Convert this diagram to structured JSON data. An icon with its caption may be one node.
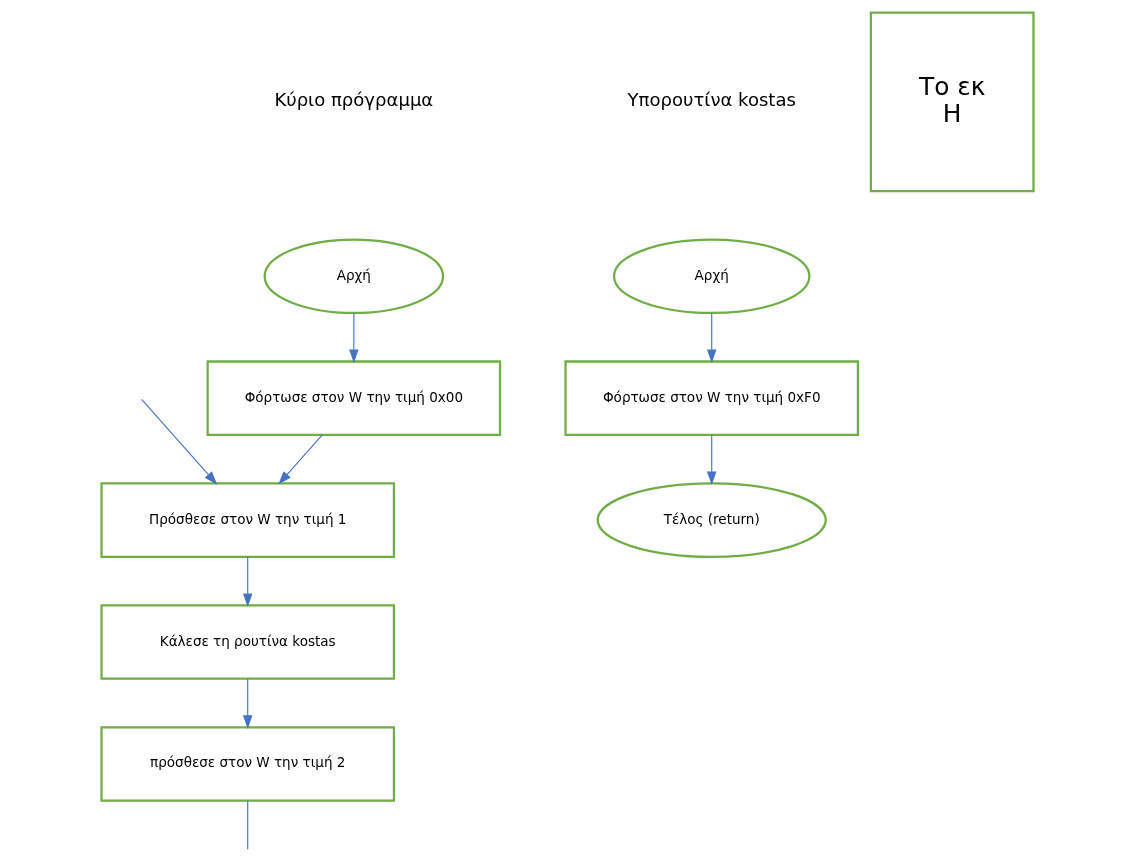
{
  "diagram": {
    "nodes": [
      {
        "text": [
          "Αρχή"
        ]
      },
      {
        "text": [
          "Φόρτωσε στον W την τιμή 0x00"
        ]
      },
      {
        "text": [
          "Πρόσθεσε στον W την τιμή 1"
        ]
      },
      {
        "text": [
          "Κάλεσε τη ρουτίνα kostas"
        ]
      },
      {
        "text": [
          "πρόσθεσε στον W την τιμή 2"
        ]
      },
      {
        "text": [
          "Αρχή"
        ]
      },
      {
        "text": [
          "Φόρτωσε στον W την τιμή 0xF0"
        ]
      },
      {
        "text": [
          "Τέλος (return)"
        ]
      },
      {
        "text": [
          "Το εκ",
          "Η"
        ]
      }
    ],
    "edges": [
      {
        "from": 0,
        "to": 1,
        "arrow": "to"
      },
      {
        "from": 1,
        "to": 2,
        "arrow": "to"
      },
      {
        "from": 2,
        "to": 3,
        "arrow": "to"
      },
      {
        "from": 3,
        "to": 4,
        "arrow": "to"
      },
      {
        "from": 4,
        "to": null,
        "arrow": "none"
      },
      {
        "from": null,
        "to": 2,
        "arrow": "to"
      },
      {
        "from": 5,
        "to": 6,
        "arrow": "to"
      },
      {
        "from": 6,
        "to": 7,
        "arrow": "to"
      }
    ],
    "labels": [
      "Κύριο πρόγραμμα",
      "Υπορουτίνα kostas"
    ]
  }
}
